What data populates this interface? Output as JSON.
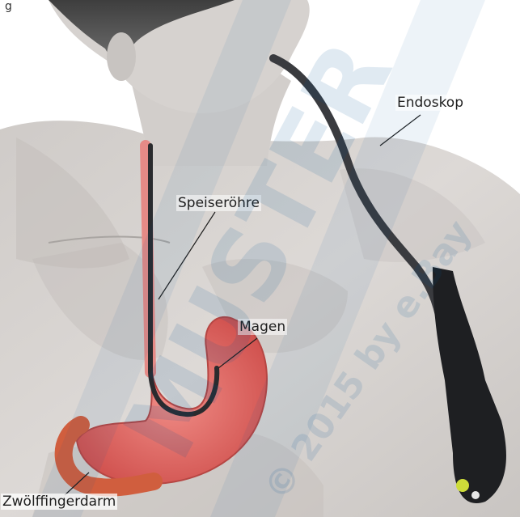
{
  "figure": {
    "caption": "g"
  },
  "labels": {
    "endoskop": "Endoskop",
    "speiseroehre": "Speiseröhre",
    "magen": "Magen",
    "zwoelffingerdarm": "Zwölffingerdarm"
  },
  "watermark": {
    "text": "MUSTER",
    "copyright": "© 2015 by e.Bay"
  },
  "colors": {
    "skin": "#d9d6d4",
    "organ": "#e56a6a",
    "endoscope": "#2a2b2e",
    "watermark": "#0050a0"
  }
}
